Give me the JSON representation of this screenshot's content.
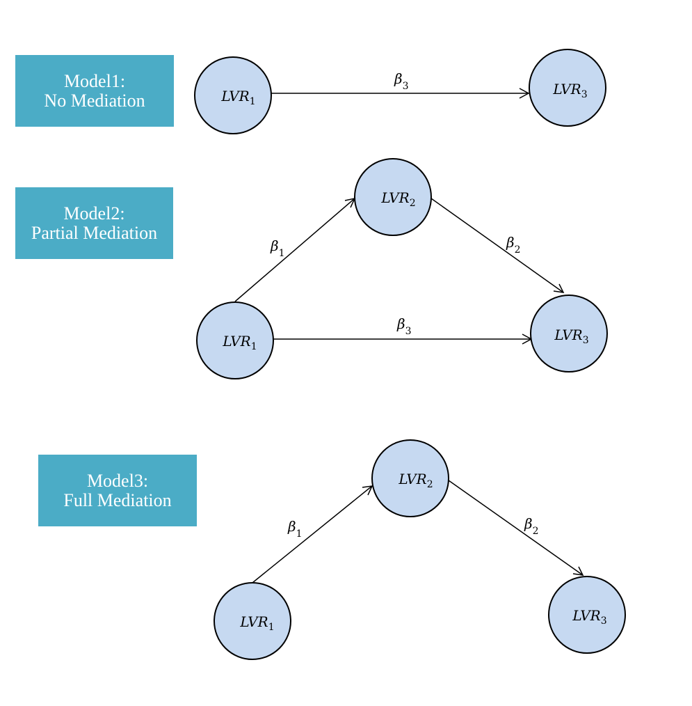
{
  "colors": {
    "label_box": "#4BACC6",
    "node_fill": "#C6D9F1",
    "stroke": "#000000"
  },
  "models": [
    {
      "title": "Model1:",
      "subtitle": "No Mediation",
      "nodes": {
        "lvr1": {
          "base": "LVR",
          "sub": "1"
        },
        "lvr3": {
          "base": "LVR",
          "sub": "3"
        }
      },
      "edges": {
        "b3": {
          "base": "β",
          "sub": "3"
        }
      }
    },
    {
      "title": "Model2:",
      "subtitle": "Partial Mediation",
      "nodes": {
        "lvr1": {
          "base": "LVR",
          "sub": "1"
        },
        "lvr2": {
          "base": "LVR",
          "sub": "2"
        },
        "lvr3": {
          "base": "LVR",
          "sub": "3"
        }
      },
      "edges": {
        "b1": {
          "base": "β",
          "sub": "1"
        },
        "b2": {
          "base": "β",
          "sub": "2"
        },
        "b3": {
          "base": "β",
          "sub": "3"
        }
      }
    },
    {
      "title": "Model3:",
      "subtitle": "Full Mediation",
      "nodes": {
        "lvr1": {
          "base": "LVR",
          "sub": "1"
        },
        "lvr2": {
          "base": "LVR",
          "sub": "2"
        },
        "lvr3": {
          "base": "LVR",
          "sub": "3"
        }
      },
      "edges": {
        "b1": {
          "base": "β",
          "sub": "1"
        },
        "b2": {
          "base": "β",
          "sub": "2"
        }
      }
    }
  ]
}
